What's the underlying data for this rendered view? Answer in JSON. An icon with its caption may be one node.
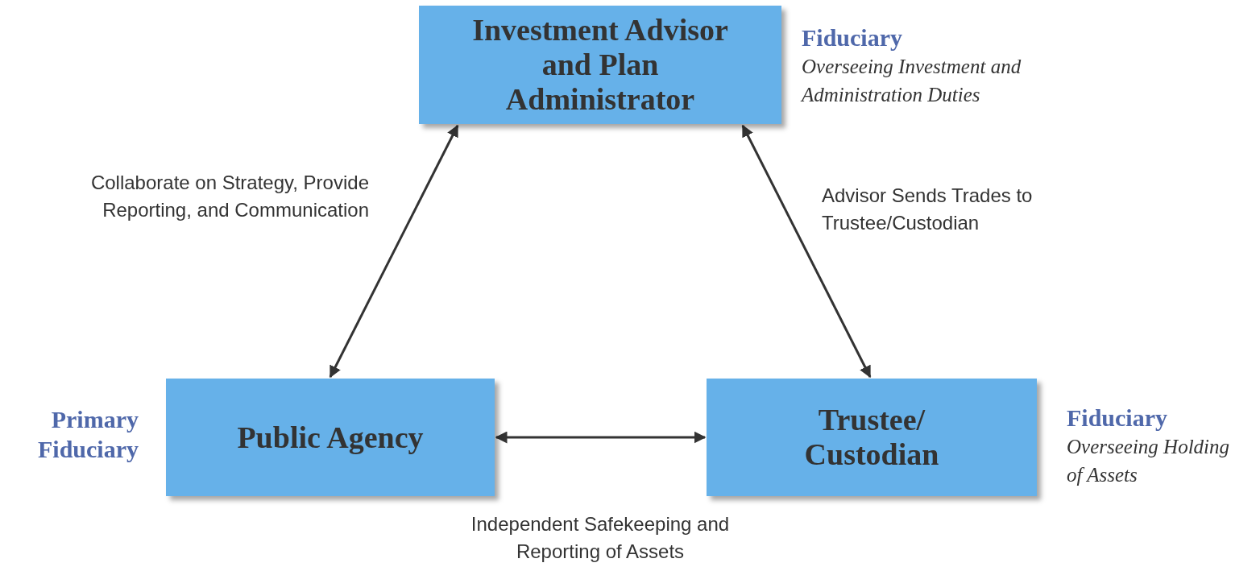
{
  "diagram": {
    "nodes": [
      {
        "text": [
          "Investment Advisor and Plan Administrator"
        ],
        "beside": [
          "Fiduciary",
          "Overseeing Investment and Administration Duties"
        ]
      },
      {
        "text": [
          "Public Agency"
        ],
        "beside": [
          "Primary Fiduciary"
        ]
      },
      {
        "text": [
          "Trustee/ Custodian"
        ],
        "beside": [
          "Fiduciary",
          "Overseeing Holding of Assets"
        ]
      }
    ],
    "edges": [
      {
        "from": 0,
        "to": 1,
        "arrow": "both",
        "label": "Collaborate on Strategy, Provide Reporting, and Communication"
      },
      {
        "from": 0,
        "to": 2,
        "arrow": "both",
        "label": "Advisor Sends Trades to Trustee/Custodian"
      },
      {
        "from": 1,
        "to": 2,
        "arrow": "both",
        "label": "Independent Safekeeping and Reporting of Assets"
      }
    ]
  }
}
